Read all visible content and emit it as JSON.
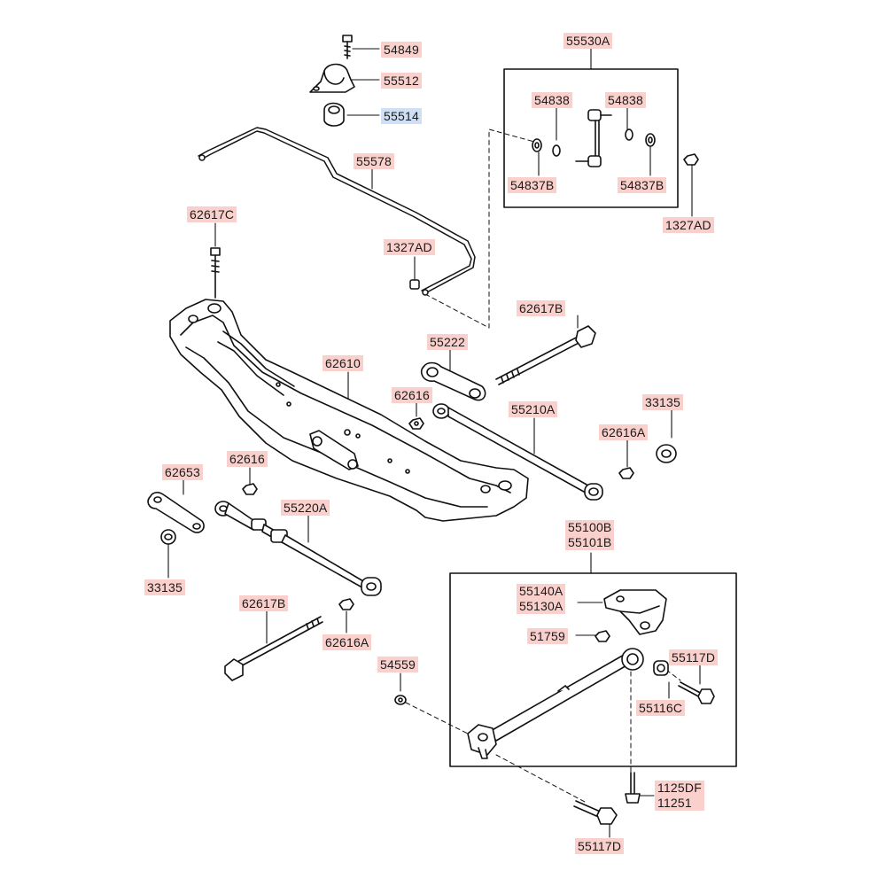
{
  "colors": {
    "callout_bg": "#f9d0cc",
    "selected_callout_bg": "#cfe0f4",
    "line": "#111111"
  },
  "labels": {
    "p54849": "54849",
    "p55512": "55512",
    "p55514": "55514",
    "p55578": "55578",
    "p55530A": "55530A",
    "p54838_a": "54838",
    "p54838_b": "54838",
    "p54837B_a": "54837B",
    "p54837B_b": "54837B",
    "p1327AD_top": "1327AD",
    "p1327AD_mid": "1327AD",
    "p62617C": "62617C",
    "p62617B_top": "62617B",
    "p55222": "55222",
    "p62610": "62610",
    "p62616_center": "62616",
    "p55210A": "55210A",
    "p33135_right": "33135",
    "p62616A_right": "62616A",
    "p62653": "62653",
    "p62616_left": "62616",
    "p55220A": "55220A",
    "p33135_left": "33135",
    "p62617B_bottom": "62617B",
    "p62616A_left": "62616A",
    "p55100B": "55100B",
    "p55101B": "55101B",
    "p55140A": "55140A",
    "p55130A": "55130A",
    "p51759": "51759",
    "p55117D_right": "55117D",
    "p55116C": "55116C",
    "p54559": "54559",
    "p1125DF": "1125DF",
    "p11251": "11251",
    "p55117D_bottom": "55117D"
  }
}
